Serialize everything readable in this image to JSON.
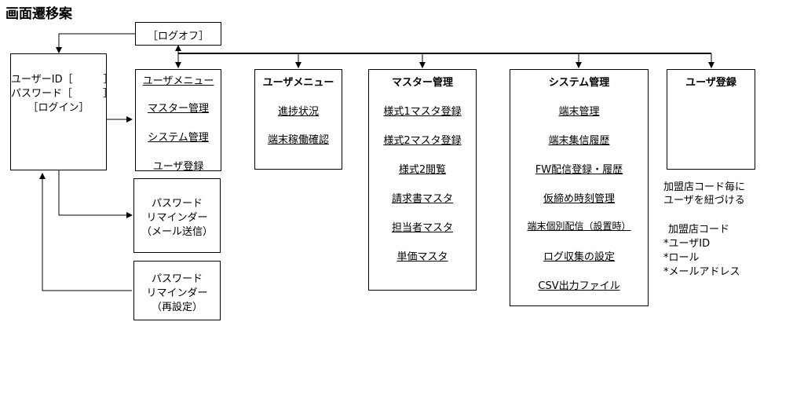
{
  "title": "画面遷移案",
  "logout": "［ログオフ］",
  "login": {
    "lines": [
      "ユーザーID［　　　］",
      "パスワード［　　　］",
      "［ログイン］"
    ]
  },
  "menu_links": [
    "ユーザメニュー",
    "マスター管理",
    "システム管理",
    "ユーザ登録"
  ],
  "reminder_mail": [
    "パスワード",
    "リマインダー",
    "（メール送信）"
  ],
  "reminder_reset": [
    "パスワード",
    "リマインダー",
    "（再設定）"
  ],
  "user_menu": {
    "title": "ユーザメニュー",
    "items": [
      "進捗状況",
      "端末稼働確認"
    ]
  },
  "master": {
    "title": "マスター管理",
    "items": [
      "様式1マスタ登録",
      "様式2マスタ登録",
      "様式2閲覧",
      "請求書マスタ",
      "担当者マスタ",
      "単価マスタ"
    ]
  },
  "system": {
    "title": "システム管理",
    "items": [
      "端末管理",
      "端末集信履歴",
      "FW配信登録・履歴",
      "仮締め時刻管理",
      "端末個別配信（設置時）",
      "ログ収集の設定",
      "CSV出力ファイル"
    ]
  },
  "user_reg": {
    "title": "ユーザ登録",
    "notes": [
      "加盟店コード毎に",
      "ユーザを紐づける"
    ],
    "fields": [
      "加盟店コード",
      "*ユーザID",
      "*ロール",
      "*メールアドレス"
    ]
  }
}
